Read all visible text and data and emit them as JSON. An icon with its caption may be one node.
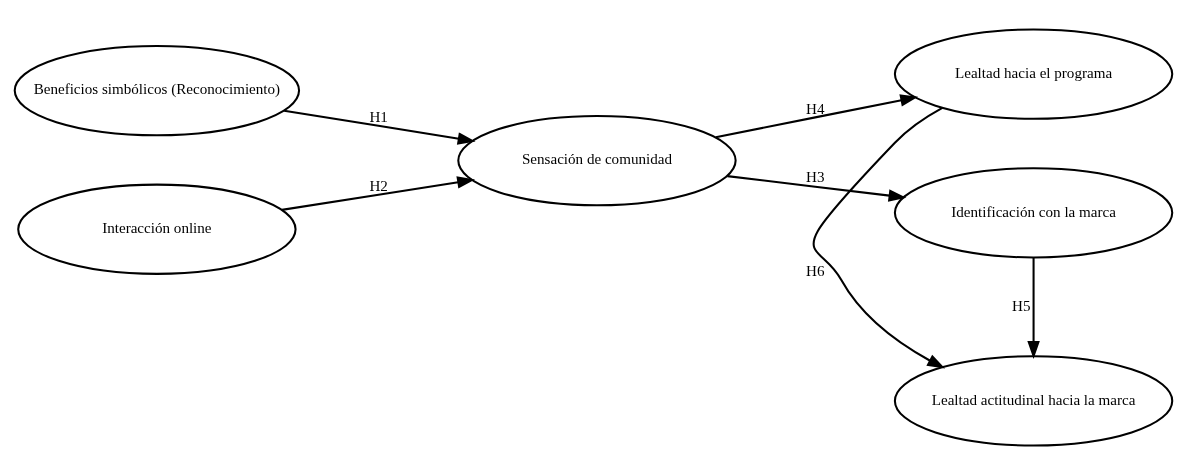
{
  "diagram": {
    "nodes": [
      {
        "text": [
          "Beneficios simbólicos (Reconocimiento)"
        ]
      },
      {
        "text": [
          "Lealtad hacia el programa"
        ]
      },
      {
        "text": [
          "Sensación de comunidad"
        ]
      },
      {
        "text": [
          "Lealtad actitudinal hacia la marca"
        ]
      },
      {
        "text": [
          "Interacción online"
        ]
      },
      {
        "text": [
          "Identificación con la marca"
        ]
      }
    ],
    "edges": [
      {
        "from": 0,
        "to": 2,
        "arrow": "to",
        "label": "H1"
      },
      {
        "from": 4,
        "to": 2,
        "arrow": "to",
        "label": "H2"
      },
      {
        "from": 2,
        "to": 5,
        "arrow": "to",
        "label": "H3"
      },
      {
        "from": 2,
        "to": 1,
        "arrow": "to",
        "label": "H4"
      },
      {
        "from": 5,
        "to": 3,
        "arrow": "to",
        "label": "H5"
      },
      {
        "from": 1,
        "to": 3,
        "arrow": "to",
        "label": "H6"
      }
    ]
  }
}
